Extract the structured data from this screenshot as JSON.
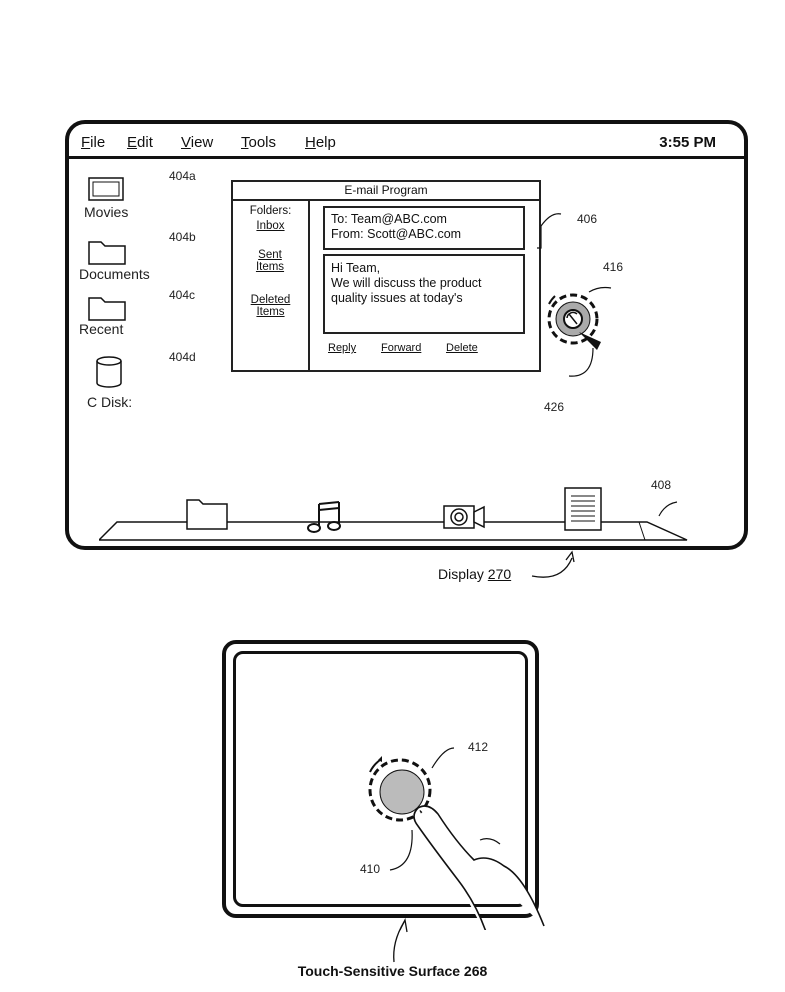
{
  "menubar": {
    "items": [
      {
        "label": "File",
        "mnemonic": "F",
        "rest": "ile"
      },
      {
        "label": "Edit",
        "mnemonic": "E",
        "rest": "dit"
      },
      {
        "label": "View",
        "mnemonic": "V",
        "rest": "iew"
      },
      {
        "label": "Tools",
        "mnemonic": "T",
        "rest": "ools"
      },
      {
        "label": "Help",
        "mnemonic": "H",
        "rest": "elp"
      }
    ],
    "clock": "3:55 PM"
  },
  "desktop": {
    "icons": [
      {
        "label": "Movies",
        "ref": "404a",
        "icon": "monitor-icon"
      },
      {
        "label": "Documents",
        "ref": "404b",
        "icon": "folder-icon"
      },
      {
        "label": "Recent",
        "ref": "404c",
        "icon": "folder-icon"
      },
      {
        "label": "C Disk:",
        "ref": "404d",
        "icon": "disk-icon"
      }
    ]
  },
  "email_window": {
    "title": "E-mail Program",
    "folders_label": "Folders:",
    "folders": [
      "Inbox",
      "Sent Items",
      "Deleted Items"
    ],
    "header_to": "To: Team@ABC.com",
    "header_from": "From: Scott@ABC.com",
    "body_lines": [
      "Hi Team,",
      "We will discuss the product",
      "quality issues at today's"
    ],
    "actions": [
      "Reply",
      "Forward",
      "Delete"
    ],
    "ref": "406"
  },
  "refs": {
    "rotation_icon": "416",
    "cursor": "426",
    "dock": "408",
    "touch_contact": "412",
    "finger": "410"
  },
  "dock": {
    "icons": [
      "folder-icon",
      "music-icon",
      "camera-icon",
      "document-icon"
    ]
  },
  "captions": {
    "display_prefix": "Display ",
    "display_num": "270",
    "touch_surface": "Touch-Sensitive Surface 268"
  }
}
